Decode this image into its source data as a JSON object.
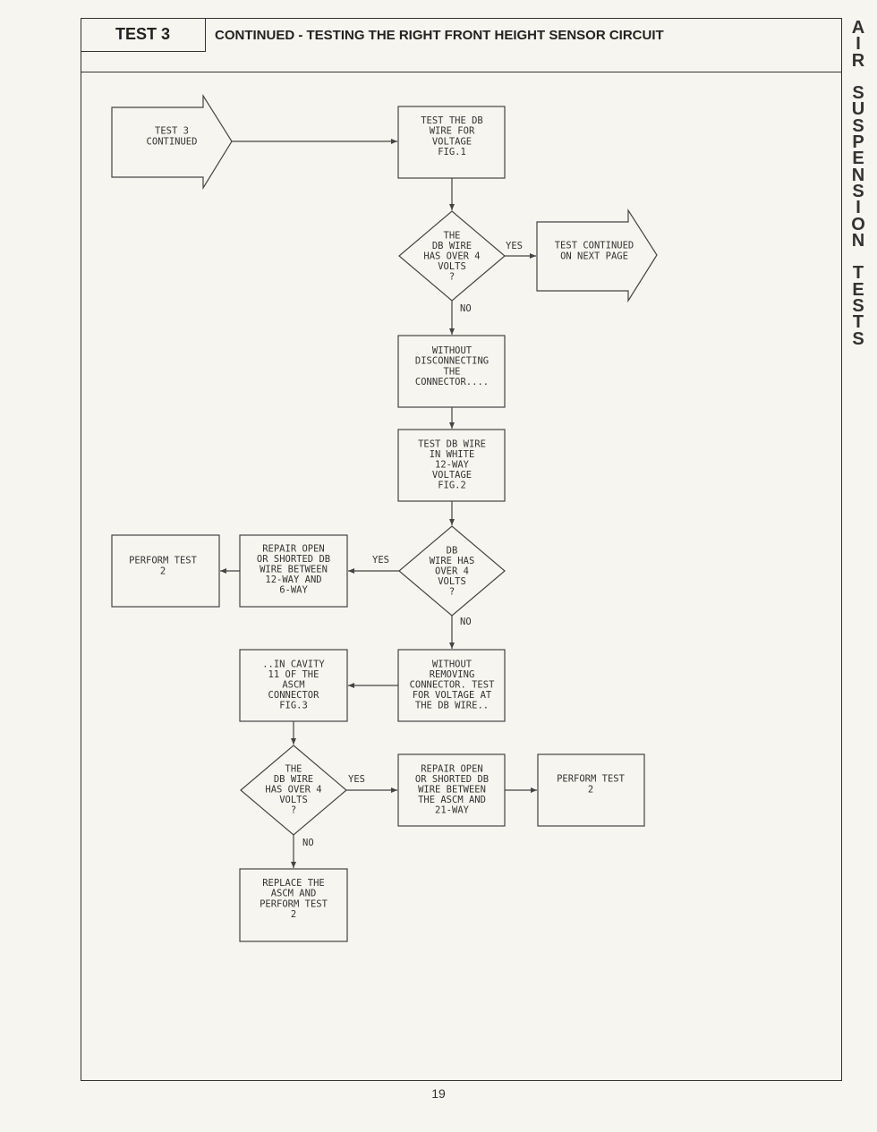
{
  "header": {
    "test_label": "TEST 3",
    "title": "CONTINUED - TESTING THE RIGHT FRONT HEIGHT SENSOR CIRCUIT"
  },
  "side_title": "AIR SUSPENSION TESTS",
  "page_number": "19",
  "nodes": {
    "start": [
      "TEST 3",
      "CONTINUED"
    ],
    "test_db": [
      "TEST THE DB",
      "WIRE FOR",
      "VOLTAGE",
      "FIG.1"
    ],
    "d1": [
      "THE",
      "DB WIRE",
      "HAS OVER 4",
      "VOLTS",
      "?"
    ],
    "next_page": [
      "TEST CONTINUED",
      "ON NEXT PAGE"
    ],
    "without_disc": [
      "WITHOUT",
      "DISCONNECTING",
      "THE",
      "CONNECTOR...."
    ],
    "test_white": [
      "TEST DB WIRE",
      "IN WHITE",
      "12-WAY",
      "VOLTAGE",
      "FIG.2"
    ],
    "d2": [
      "DB",
      "WIRE HAS",
      "OVER 4",
      "VOLTS",
      "?"
    ],
    "repair1": [
      "REPAIR OPEN",
      "OR SHORTED DB",
      "WIRE BETWEEN",
      "12-WAY AND",
      "6-WAY"
    ],
    "perform1": [
      "PERFORM TEST",
      "2"
    ],
    "without_rem": [
      "WITHOUT",
      "REMOVING",
      "CONNECTOR. TEST",
      "FOR VOLTAGE AT",
      "THE DB WIRE.."
    ],
    "cavity": [
      "..IN CAVITY",
      "11 OF THE",
      "ASCM",
      "CONNECTOR",
      "FIG.3"
    ],
    "d3": [
      "THE",
      "DB WIRE",
      "HAS OVER 4",
      "VOLTS",
      "?"
    ],
    "repair2": [
      "REPAIR OPEN",
      "OR SHORTED DB",
      "WIRE BETWEEN",
      "THE ASCM AND",
      "21-WAY"
    ],
    "perform2": [
      "PERFORM TEST",
      "2"
    ],
    "replace": [
      "REPLACE THE",
      "ASCM AND",
      "PERFORM TEST",
      "2"
    ]
  },
  "labels": {
    "yes1": "YES",
    "no1": "NO",
    "yes2": "YES",
    "no2": "NO",
    "yes3": "YES",
    "no3": "NO"
  }
}
